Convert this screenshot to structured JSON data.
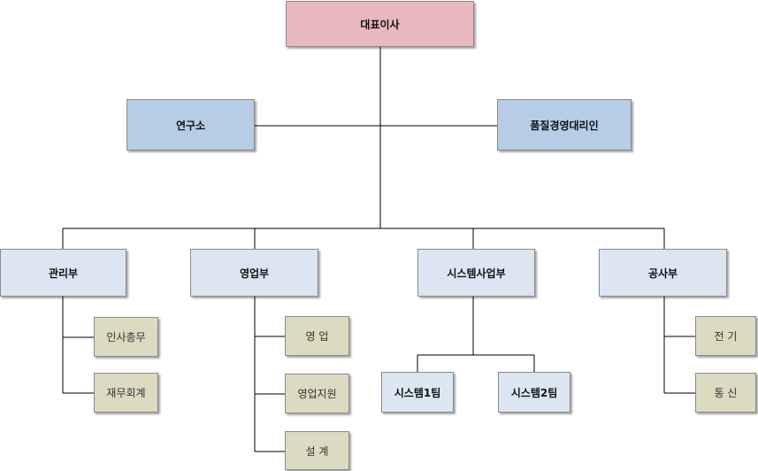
{
  "ceo": "대표이사",
  "staff": {
    "lab": "연구소",
    "qm": "품질경영대리인"
  },
  "departments": {
    "admin": {
      "label": "관리부",
      "teams": [
        "인사총무",
        "재무회계"
      ]
    },
    "sales": {
      "label": "영업부",
      "teams": [
        "영 업",
        "영업지원",
        "설 계"
      ]
    },
    "system": {
      "label": "시스템사업부",
      "teams": [
        "시스템1팀",
        "시스템2팀"
      ]
    },
    "construction": {
      "label": "공사부",
      "teams": [
        "전 기",
        "통 신"
      ]
    }
  },
  "colors": {
    "ceo_fill": "#e8b8be",
    "staff_fill": "#b7cce5",
    "dept_fill": "#dce6f2",
    "team_fill": "#dddac2",
    "line": "#000000"
  }
}
